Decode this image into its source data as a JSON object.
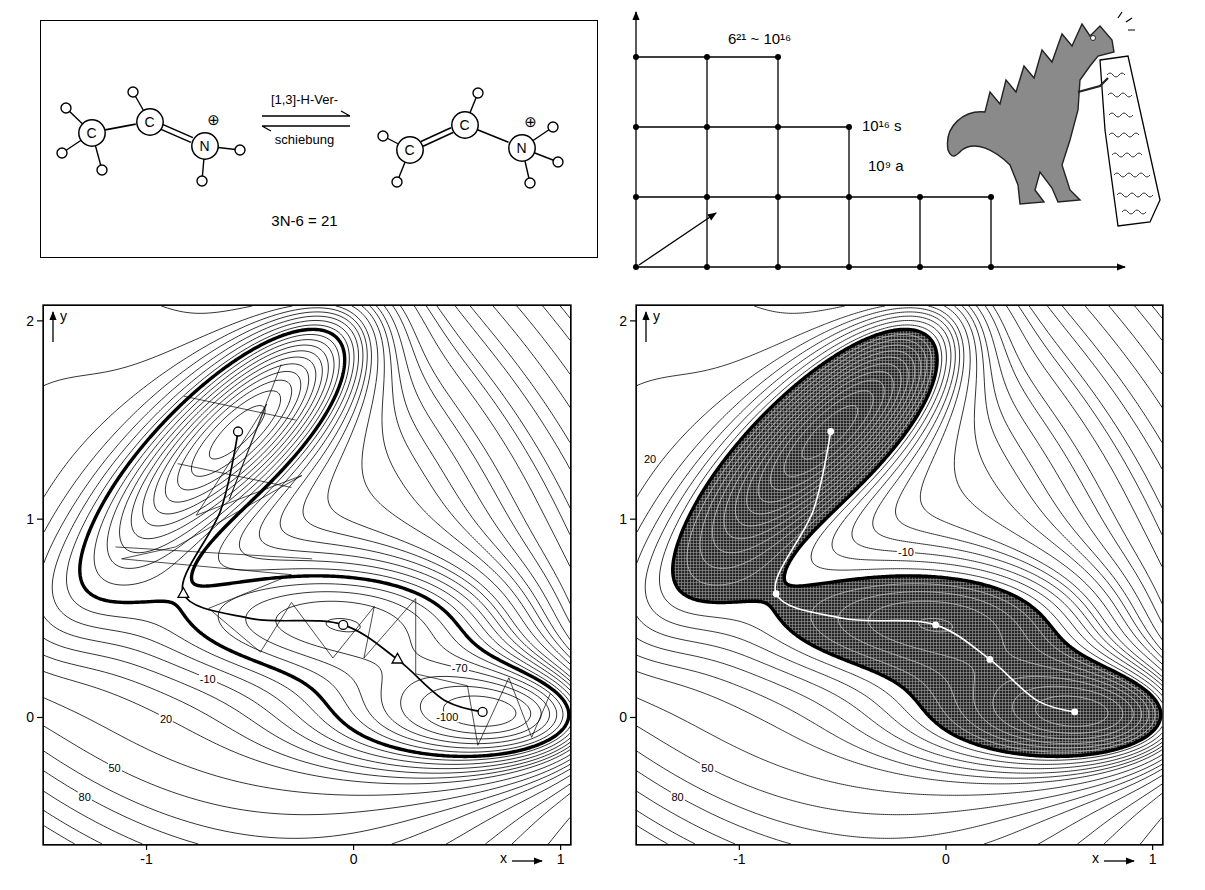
{
  "diagram": {
    "nodes": [
      {
        "text": [
          "[1,3]-H-Ver- schiebung",
          "3N-6 = 21"
        ]
      },
      {
        "text": [
          "C"
        ],
        "in": 0
      },
      {
        "text": [
          "C"
        ],
        "in": 0
      },
      {
        "text": [
          "N",
          "⊕"
        ],
        "in": 0
      },
      {
        "text": [
          "C"
        ],
        "in": 0
      },
      {
        "text": [
          "C"
        ],
        "in": 0
      },
      {
        "text": [
          "N",
          "⊕"
        ],
        "in": 0
      }
    ],
    "edges": [
      {
        "from": 1,
        "to": 2,
        "arrow": "none"
      },
      {
        "from": 2,
        "to": 3,
        "arrow": "none"
      },
      {
        "from": 4,
        "to": 5,
        "arrow": "none"
      },
      {
        "from": 5,
        "to": 6,
        "arrow": "none"
      }
    ],
    "labels": [
      "6²¹ ~ 10¹⁶",
      "10¹⁶ s",
      "10⁹ a",
      "y",
      "2",
      "1",
      "0",
      "-1",
      "0",
      "1",
      "x",
      "-10",
      "20",
      "50",
      "80",
      "-70",
      "-100",
      "y",
      "2",
      "1",
      "0",
      "-1",
      "0",
      "1",
      "x",
      "20",
      "-10",
      "50",
      "80"
    ]
  }
}
